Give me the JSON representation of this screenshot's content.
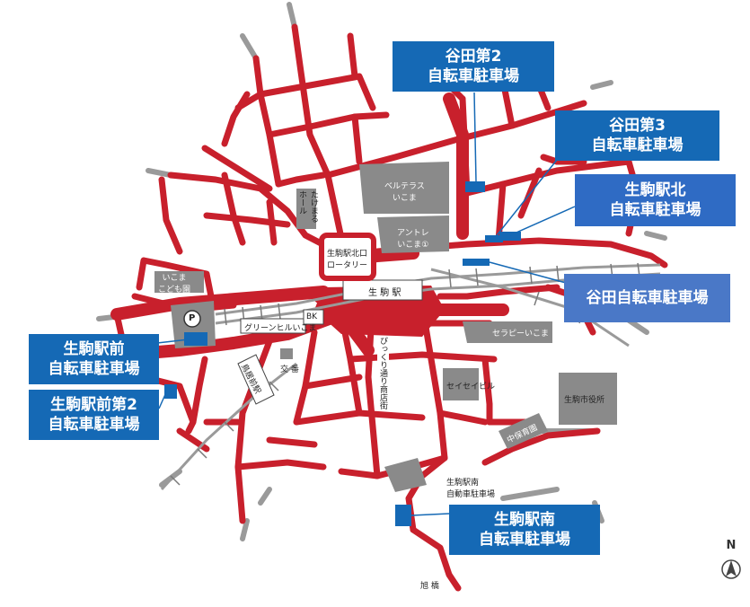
{
  "colors": {
    "road": "#c8202c",
    "building": "#8a8a8a",
    "rail": "#9a9a9a",
    "callout": "#1569b5",
    "parking": "#1569b5"
  },
  "callouts": {
    "taniden2": [
      "谷田第2",
      "自転車駐車場"
    ],
    "taniden3": [
      "谷田第3",
      "自転車駐車場"
    ],
    "ikoma_kita": [
      "生駒駅北",
      "自転車駐車場"
    ],
    "taniden": [
      "谷田自転車駐車場"
    ],
    "ikoma_mae": [
      "生駒駅前",
      "自転車駐車場"
    ],
    "ikoma_mae2": [
      "生駒駅前第2",
      "自転車駐車場"
    ],
    "ikoma_minami": [
      "生駒駅南",
      "自転車駐車場"
    ]
  },
  "labels": {
    "belltaras": "ベルテラス\nいこま",
    "antore": "アントレ\nいこま①",
    "rotary": "生駒駅北口\nロータリー",
    "station": "生 駒 駅",
    "green_hill": "グリーンヒルいこま",
    "bk": "BK",
    "kodomoen": "いこま\nこども園",
    "parking_symbol": "P",
    "koban": "交 番",
    "torii": "鳥居前駅",
    "takemaru": "たけまる\nホール",
    "hikkuri": "ぴっくり通り商店街",
    "serapi": "セラピーいこま",
    "seiseibiru": "セイセイビル",
    "shiyakusho": "生駒市役所",
    "chuhoiku": "中保育園",
    "minami_parking": "生駒駅南\n自動車駐車場",
    "asahi": "旭 橋",
    "north": "N"
  }
}
